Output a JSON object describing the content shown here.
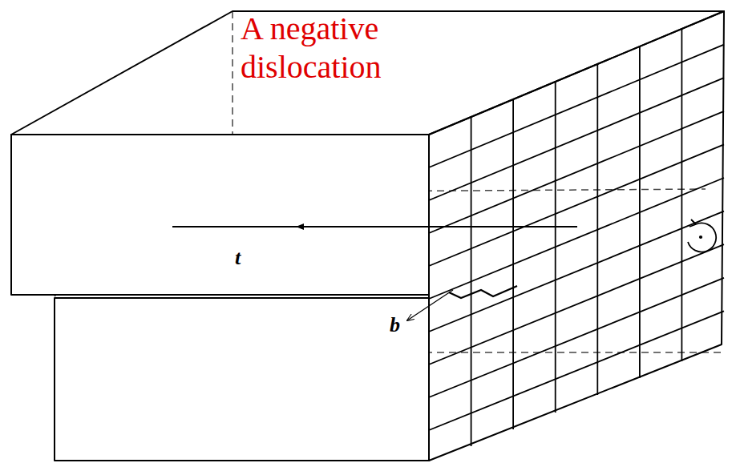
{
  "diagram": {
    "labels": [
      "A negative dislocation",
      "t",
      "b"
    ]
  }
}
